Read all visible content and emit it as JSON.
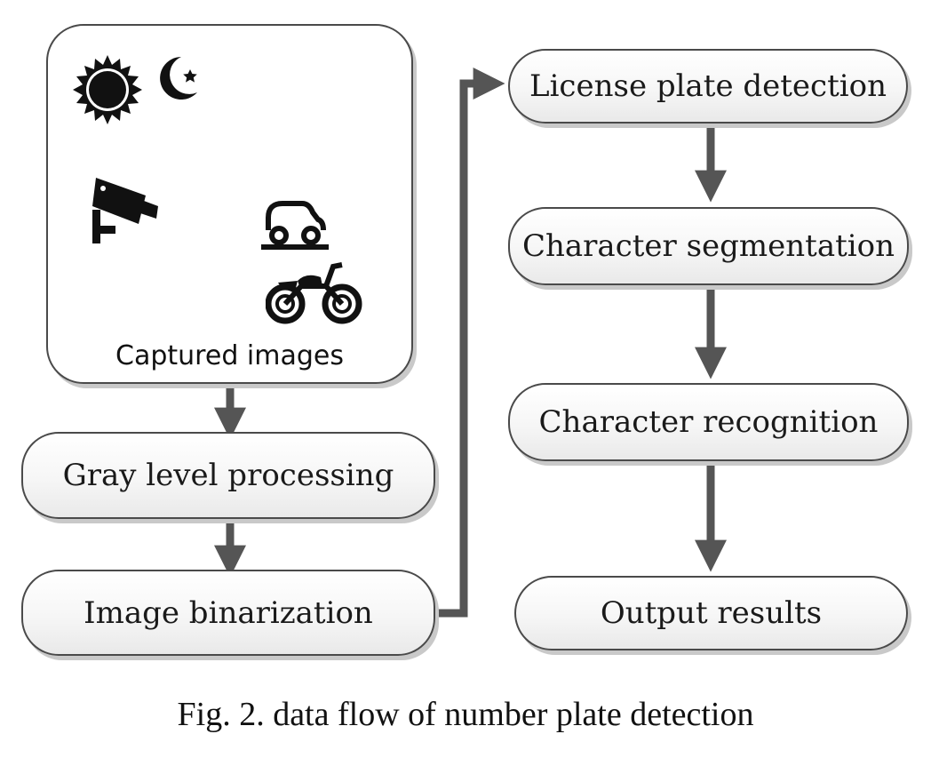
{
  "diagram": {
    "captured_images": {
      "label": "Captured images"
    },
    "icons": [
      "sun-icon",
      "moon-star-icon",
      "cctv-camera-icon",
      "car-icon",
      "motorcycle-icon"
    ],
    "left_steps": [
      "Gray level processing",
      "Image binarization"
    ],
    "right_steps": [
      "License plate detection",
      "Character segmentation",
      "Character recognition",
      "Output results"
    ]
  },
  "caption": "Fig. 2.  data flow of number plate detection",
  "colors": {
    "stroke": "#4a4a4a",
    "arrow": "#555555",
    "shadow": "#c9c9c9"
  }
}
